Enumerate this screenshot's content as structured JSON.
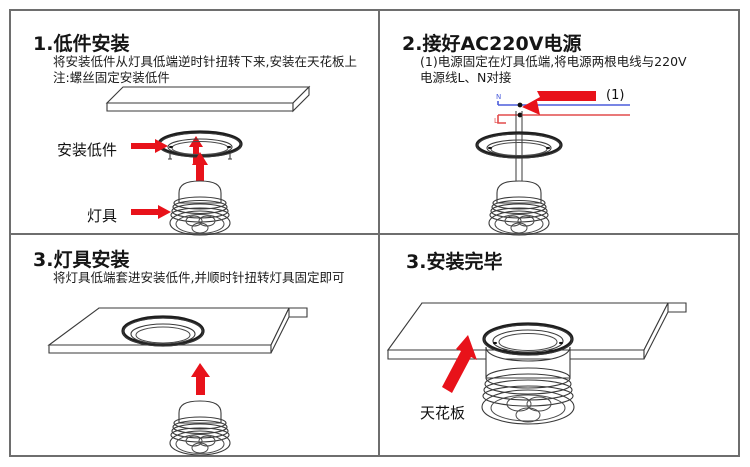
{
  "document": {
    "kind": "installation-instruction-diagram",
    "panel_count": 4
  },
  "panels": [
    {
      "id": "panel-1",
      "title": "1.低件安装",
      "subtitle": "将安装低件从灯具低端逆时针扭转下来,安装在天花板上\n注:螺丝固定安装低件",
      "labels": [
        {
          "name": "mount-ring-label",
          "text": "安装低件"
        },
        {
          "name": "lamp-label",
          "text": "灯具"
        }
      ]
    },
    {
      "id": "panel-2",
      "title": "2.接好AC220V电源",
      "subtitle": "(1)电源固定在灯具低端,将电源两根电线与220V\n电源线L、N对接",
      "labels": [
        {
          "name": "step-callout",
          "text": "(1)"
        },
        {
          "name": "wire-neutral-label",
          "text": "N"
        },
        {
          "name": "wire-live-label",
          "text": "L"
        }
      ]
    },
    {
      "id": "panel-3",
      "title": "3.灯具安装",
      "subtitle": "将灯具低端套进安装低件,并顺时针扭转灯具固定即可",
      "labels": []
    },
    {
      "id": "panel-4",
      "title": "3.安装完毕",
      "subtitle": "",
      "labels": [
        {
          "name": "ceiling-label",
          "text": "天花板"
        }
      ]
    }
  ],
  "colors": {
    "arrow_red": "#e8121a",
    "wire_neutral_blue": "#4b5ddb",
    "wire_live_red": "#e24b4b",
    "border_gray": "#6e6e6e",
    "line_dark": "#3a3a3a",
    "text_black": "#151515",
    "background": "#ffffff"
  }
}
